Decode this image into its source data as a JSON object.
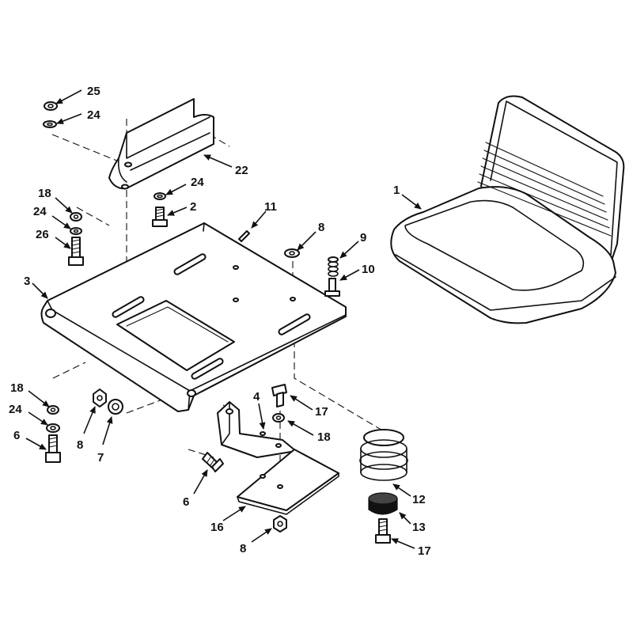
{
  "diagram": {
    "callouts": [
      "25",
      "24",
      "22",
      "24",
      "2",
      "18",
      "24",
      "26",
      "11",
      "8",
      "9",
      "10",
      "3",
      "1",
      "18",
      "24",
      "6",
      "8",
      "7",
      "4",
      "17",
      "18",
      "6",
      "12",
      "16",
      "13",
      "8",
      "17"
    ]
  },
  "colors": {
    "ink": "#111111",
    "paper": "#ffffff"
  }
}
